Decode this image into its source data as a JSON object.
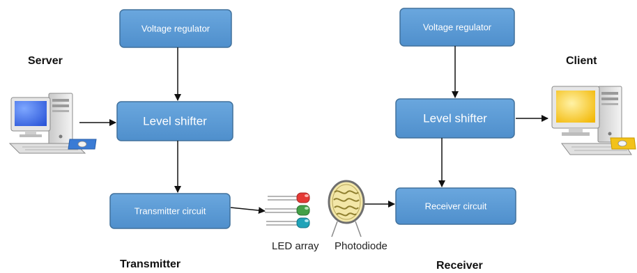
{
  "labels": {
    "server": "Server",
    "client": "Client",
    "transmitter": "Transmitter",
    "receiver": "Receiver",
    "led_array": "LED array",
    "photodiode": "Photodiode"
  },
  "blocks": {
    "tx_voltage_regulator": "Voltage regulator",
    "tx_level_shifter": "Level shifter",
    "tx_circuit": "Transmitter circuit",
    "rx_voltage_regulator": "Voltage regulator",
    "rx_level_shifter": "Level shifter",
    "rx_circuit": "Receiver circuit"
  },
  "colors": {
    "block_fill": "#5b9bd5",
    "block_border": "#41719c",
    "arrow": "#111111",
    "server_screen": "#3b6fe0",
    "client_screen": "#f2c21a",
    "led_red": "#e53935",
    "led_green": "#43a047",
    "led_cyan": "#1fa3b8",
    "photodiode_fill": "#f3e7a8"
  },
  "icons": {
    "server": "desktop-computer-icon",
    "client": "desktop-computer-icon",
    "led_array": "led-array-icon",
    "photodiode": "photodiode-icon"
  }
}
